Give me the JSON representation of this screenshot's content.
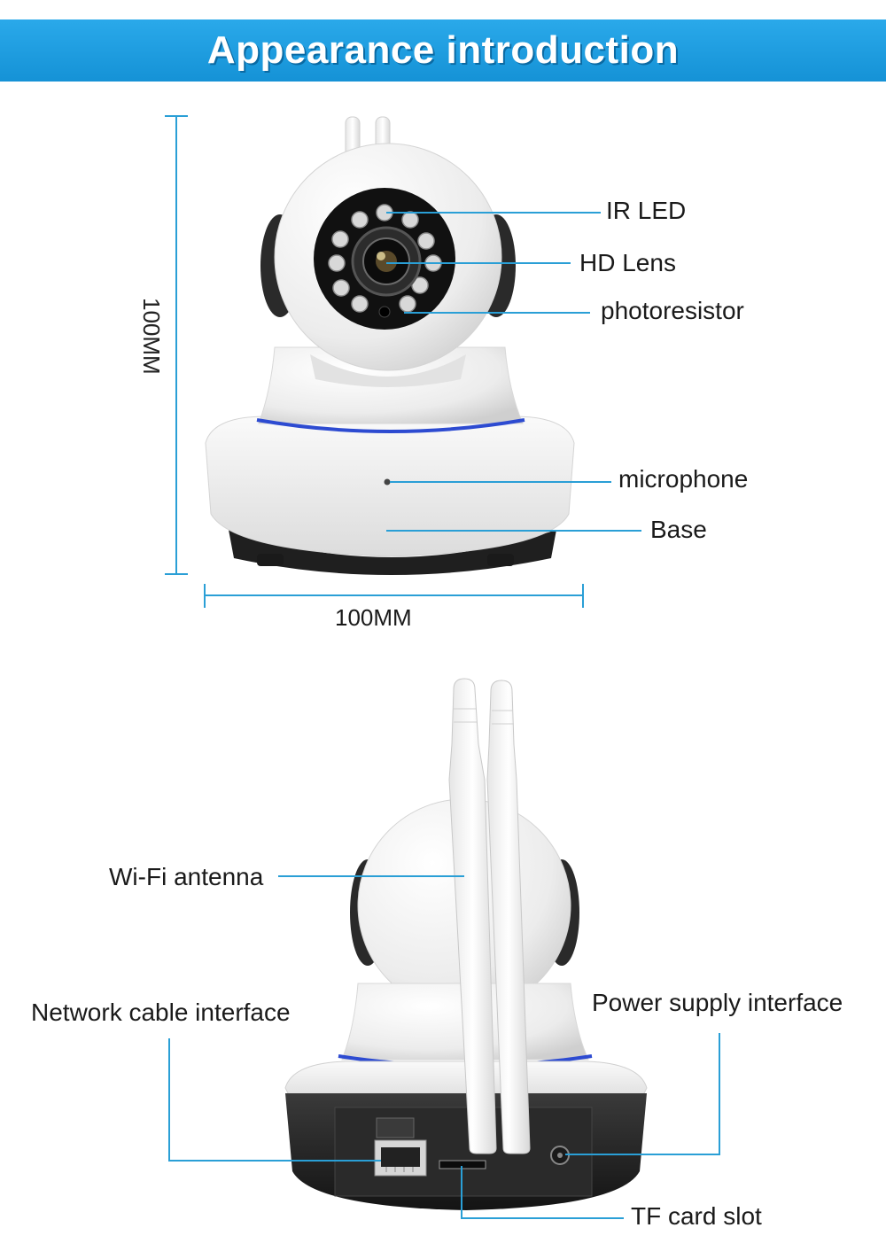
{
  "header": {
    "title": "Appearance introduction"
  },
  "dimensions": {
    "height_label": "100MM",
    "width_label": "100MM"
  },
  "front_view": {
    "labels": {
      "ir_led": "IR LED",
      "hd_lens": "HD Lens",
      "photoresistor": "photoresistor",
      "microphone": "microphone",
      "base": "Base"
    }
  },
  "back_view": {
    "labels": {
      "wifi_antenna": "Wi-Fi antenna",
      "network_cable_interface": "Network cable interface",
      "power_supply_interface": "Power supply interface",
      "tf_card_slot": "TF card slot"
    }
  },
  "colors": {
    "banner": "#1a9ce0",
    "callout_line": "#2a9fd6",
    "accent_ring": "#2d4bd1",
    "camera_body": "#f3f3f3",
    "camera_dark": "#2a2a2a"
  }
}
